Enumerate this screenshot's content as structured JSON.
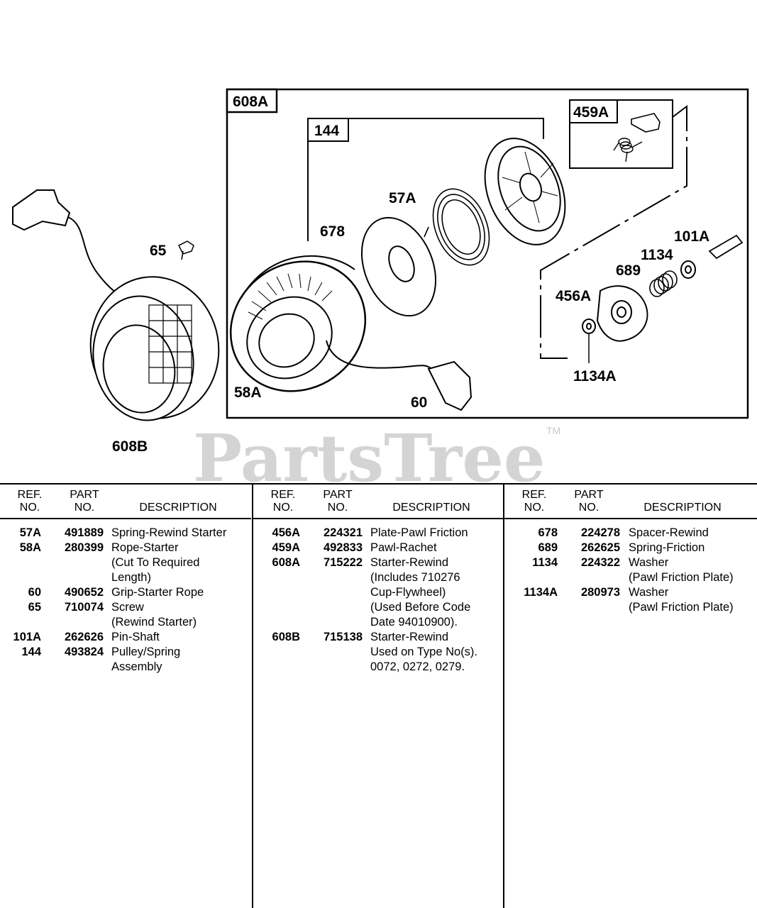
{
  "diagram": {
    "callouts": {
      "c608A": "608A",
      "c144": "144",
      "c459A": "459A",
      "c57A": "57A",
      "c678": "678",
      "c65": "65",
      "c101A": "101A",
      "c1134": "1134",
      "c689": "689",
      "c456A": "456A",
      "c1134A": "1134A",
      "c58A": "58A",
      "c60": "60",
      "c608B": "608B"
    },
    "watermark": "PartsTree",
    "trademark": "TM"
  },
  "table": {
    "header": {
      "ref": "REF.\nNO.",
      "part": "PART\nNO.",
      "desc": "DESCRIPTION"
    },
    "columns": [
      [
        {
          "ref": "57A",
          "part": "491889",
          "desc": "Spring-Rewind Starter"
        },
        {
          "ref": "58A",
          "part": "280399",
          "desc": "Rope-Starter\n(Cut To Required\nLength)"
        },
        {
          "ref": "60",
          "part": "490652",
          "desc": "Grip-Starter Rope"
        },
        {
          "ref": "65",
          "part": "710074",
          "desc": "Screw\n(Rewind Starter)"
        },
        {
          "ref": "101A",
          "part": "262626",
          "desc": "Pin-Shaft"
        },
        {
          "ref": "144",
          "part": "493824",
          "desc": "Pulley/Spring\nAssembly"
        }
      ],
      [
        {
          "ref": "456A",
          "part": "224321",
          "desc": "Plate-Pawl Friction"
        },
        {
          "ref": "459A",
          "part": "492833",
          "desc": "Pawl-Rachet"
        },
        {
          "ref": "608A",
          "part": "715222",
          "desc": "Starter-Rewind\n(Includes 710276\nCup-Flywheel)\n(Used Before Code\nDate 94010900)."
        },
        {
          "ref": "608B",
          "part": "715138",
          "desc": "Starter-Rewind\nUsed on Type No(s).\n0072, 0272, 0279."
        }
      ],
      [
        {
          "ref": "678",
          "part": "224278",
          "desc": "Spacer-Rewind"
        },
        {
          "ref": "689",
          "part": "262625",
          "desc": "Spring-Friction"
        },
        {
          "ref": "1134",
          "part": "224322",
          "desc": "Washer\n(Pawl Friction Plate)"
        },
        {
          "ref": "1134A",
          "part": "280973",
          "desc": "Washer\n(Pawl Friction Plate)"
        }
      ]
    ]
  }
}
